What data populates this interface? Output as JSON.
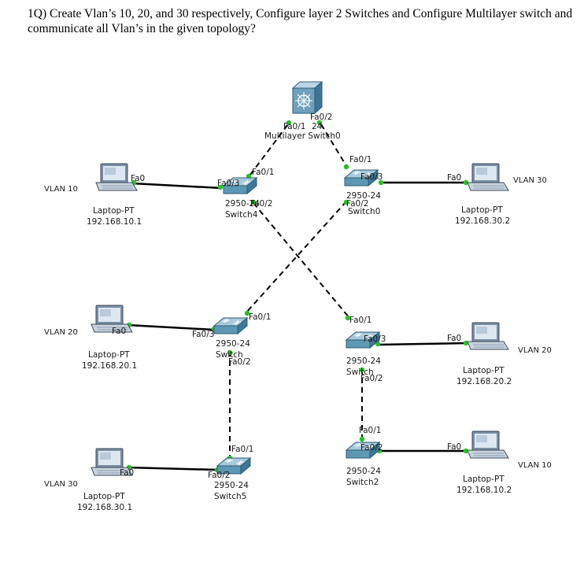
{
  "question": "1Q) Create Vlan’s 10, 20, and 30 respectively, Configure layer 2 Switches and Configure Multilayer switch and communicate all Vlan’s in the given topology?",
  "multilayer": {
    "name": "Multilayer Switch0",
    "model_partial": "24",
    "ports": {
      "fa01": "Fa0/1",
      "fa02": "Fa0/2"
    }
  },
  "switches": {
    "switch4": {
      "model": "2950-24",
      "name": "Switch4",
      "p1": "Fa0/1",
      "p2": "Fa0/2",
      "p3": "Fa0/3"
    },
    "switch0": {
      "model": "2950-24",
      "name": "Switch0",
      "p1": "Fa0/1",
      "p2": "Fa0/2",
      "p3": "Fa0/3"
    },
    "switch_left_mid": {
      "model": "2950-24",
      "name": "Switch",
      "p1": "Fa0/1",
      "p2": "Fa0/2",
      "p3": "Fa0/3"
    },
    "switch_right_mid": {
      "model": "2950-24",
      "name": "Switch",
      "p1": "Fa0/1",
      "p2": "Fa0/2",
      "p3": "Fa0/3"
    },
    "switch5": {
      "model": "2950-24",
      "name": "Switch5",
      "p1": "Fa0/1",
      "p2": "Fa0/2"
    },
    "switch2": {
      "model": "2950-24",
      "name": "Switch2",
      "p1": "Fa0/1",
      "p2": "Fa0/2"
    }
  },
  "laptops": [
    {
      "id": "l1",
      "type": "Laptop-PT",
      "ip": "192.168.10.1",
      "vlan": "VLAN 10",
      "port": "Fa0"
    },
    {
      "id": "l2",
      "type": "Laptop-PT",
      "ip": "192.168.20.1",
      "vlan": "VLAN 20",
      "port": "Fa0"
    },
    {
      "id": "l3",
      "type": "Laptop-PT",
      "ip": "192.168.30.1",
      "vlan": "VLAN 30",
      "port": "Fa0"
    },
    {
      "id": "r1",
      "type": "Laptop-PT",
      "ip": "192.168.30.2",
      "vlan": "VLAN 30",
      "port": "Fa0"
    },
    {
      "id": "r2",
      "type": "Laptop-PT",
      "ip": "192.168.20.2",
      "vlan": "VLAN 20",
      "port": "Fa0"
    },
    {
      "id": "r3",
      "type": "Laptop-PT",
      "ip": "192.168.10.2",
      "vlan": "VLAN 10",
      "port": "Fa0"
    }
  ],
  "colors": {
    "link_up": "#22c322",
    "switch_body": "#6fa7c2",
    "multilayer_body": "#6fa0bd",
    "laptop_screen": "#9fb3c6"
  }
}
